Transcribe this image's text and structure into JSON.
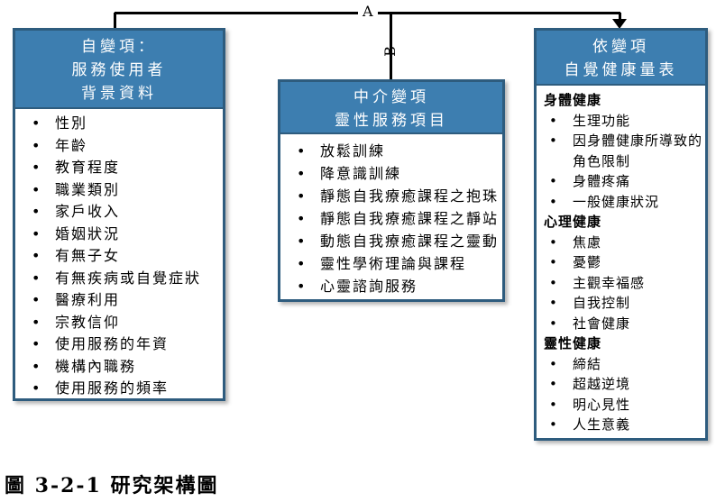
{
  "diagram": {
    "connectors": {
      "label_a": "A",
      "label_b": "B"
    },
    "boxes": {
      "independent": {
        "title_lines": [
          "自變項：",
          "服務使用者",
          "背景資料"
        ],
        "items": [
          "性別",
          "年齡",
          "教育程度",
          "職業類別",
          "家戶收入",
          "婚姻狀況",
          "有無子女",
          "有無疾病或自覺症狀",
          "醫療利用",
          "宗教信仰",
          "使用服務的年資",
          "機構內職務",
          "使用服務的頻率"
        ]
      },
      "mediator": {
        "title_lines": [
          "中介變項",
          "靈性服務項目"
        ],
        "items": [
          "放鬆訓練",
          "降意識訓練",
          "靜態自我療癒課程之抱珠",
          "靜態自我療癒課程之靜站",
          "動態自我療癒課程之靈動",
          "靈性學術理論與課程",
          "心靈諮詢服務"
        ]
      },
      "dependent": {
        "title_lines": [
          "依變項",
          "自覺健康量表"
        ],
        "sections": [
          {
            "heading": "身體健康",
            "items": [
              "生理功能",
              "因身體健康所導致的角色限制",
              "身體疼痛",
              "一般健康狀況"
            ]
          },
          {
            "heading": "心理健康",
            "items": [
              "焦慮",
              "憂鬱",
              "主觀幸福感",
              "自我控制",
              "社會健康"
            ]
          },
          {
            "heading": "靈性健康",
            "items": [
              "締結",
              "超越逆境",
              "明心見性",
              "人生意義"
            ]
          }
        ]
      }
    },
    "caption": "圖 3-2-1 研究架構圖",
    "colors": {
      "header_fill": "#3D7EB0",
      "box_border": "#2E5C7E",
      "connector_line": "#000000",
      "header_text": "#FFFFFF",
      "body_text": "#000000"
    }
  }
}
